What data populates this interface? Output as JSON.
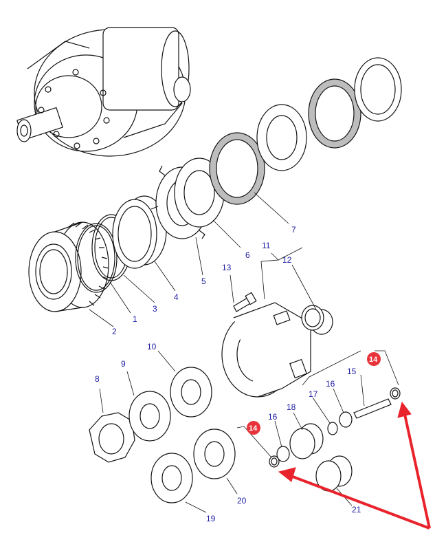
{
  "labels": {
    "p1": "1",
    "p2": "2",
    "p3": "3",
    "p4": "4",
    "p5": "5",
    "p6": "6",
    "p7": "7",
    "p8": "8",
    "p9": "9",
    "p10": "10",
    "p11": "11",
    "p12": "12",
    "p13": "13",
    "p14a": "14",
    "p14b": "14",
    "p15": "15",
    "p16a": "16",
    "p16b": "16",
    "p17": "17",
    "p18": "18",
    "p19": "19",
    "p20": "20",
    "p21": "21"
  },
  "colors": {
    "label_text": "#1a1aa0",
    "highlight_badge": "#e8333a",
    "arrow": "#e8232b",
    "line": "#111111"
  }
}
